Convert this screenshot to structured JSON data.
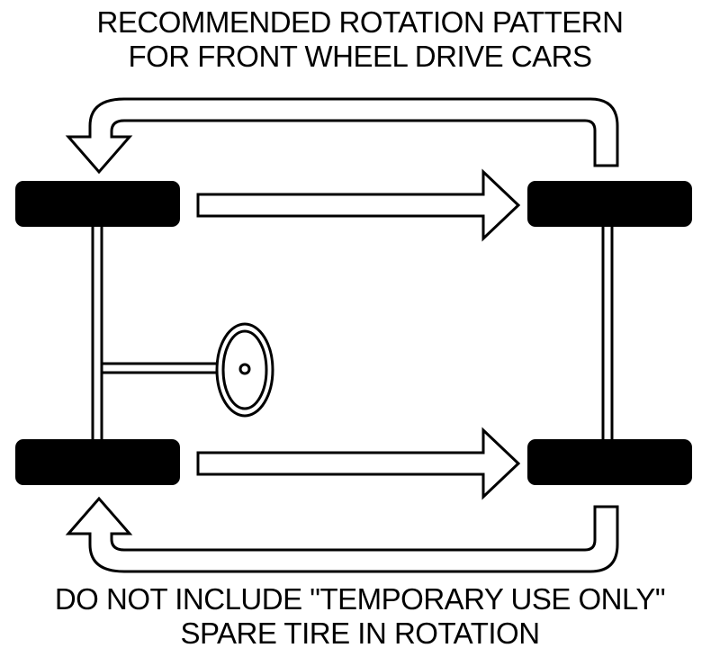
{
  "title": {
    "line1": "RECOMMENDED ROTATION PATTERN",
    "line2": "FOR FRONT WHEEL DRIVE CARS"
  },
  "note": {
    "line1": "DO NOT INCLUDE \"TEMPORARY USE ONLY\"",
    "line2": "SPARE TIRE IN ROTATION"
  },
  "colors": {
    "ink": "#000000",
    "paper": "#ffffff"
  }
}
